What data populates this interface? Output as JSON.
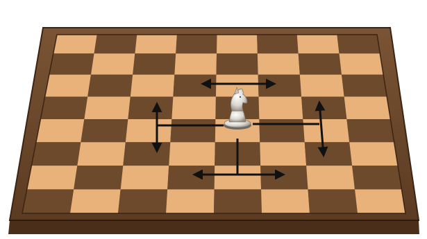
{
  "board": {
    "files": 8,
    "ranks": 8,
    "colors": {
      "background": "#ffffff",
      "frame_top": "#6b4a2b",
      "frame_side": "#5a3a22",
      "frame_front": "#4a2e1a",
      "light_square": "#e8b27a",
      "dark_square": "#6e4a2c",
      "move_arrow": "#111111"
    }
  },
  "piece": {
    "type": "knight",
    "color": "white",
    "icon": "white-knight-icon",
    "file": 4,
    "rank": 3
  },
  "move_paths": [
    {
      "name": "move-path-forward-horizontal",
      "direction": "forward-then-sideways"
    },
    {
      "name": "move-path-left-vertical",
      "direction": "left-then-up-down"
    },
    {
      "name": "move-path-right-vertical",
      "direction": "right-then-up-down"
    },
    {
      "name": "move-path-back-horizontal",
      "direction": "back-then-sideways"
    }
  ]
}
